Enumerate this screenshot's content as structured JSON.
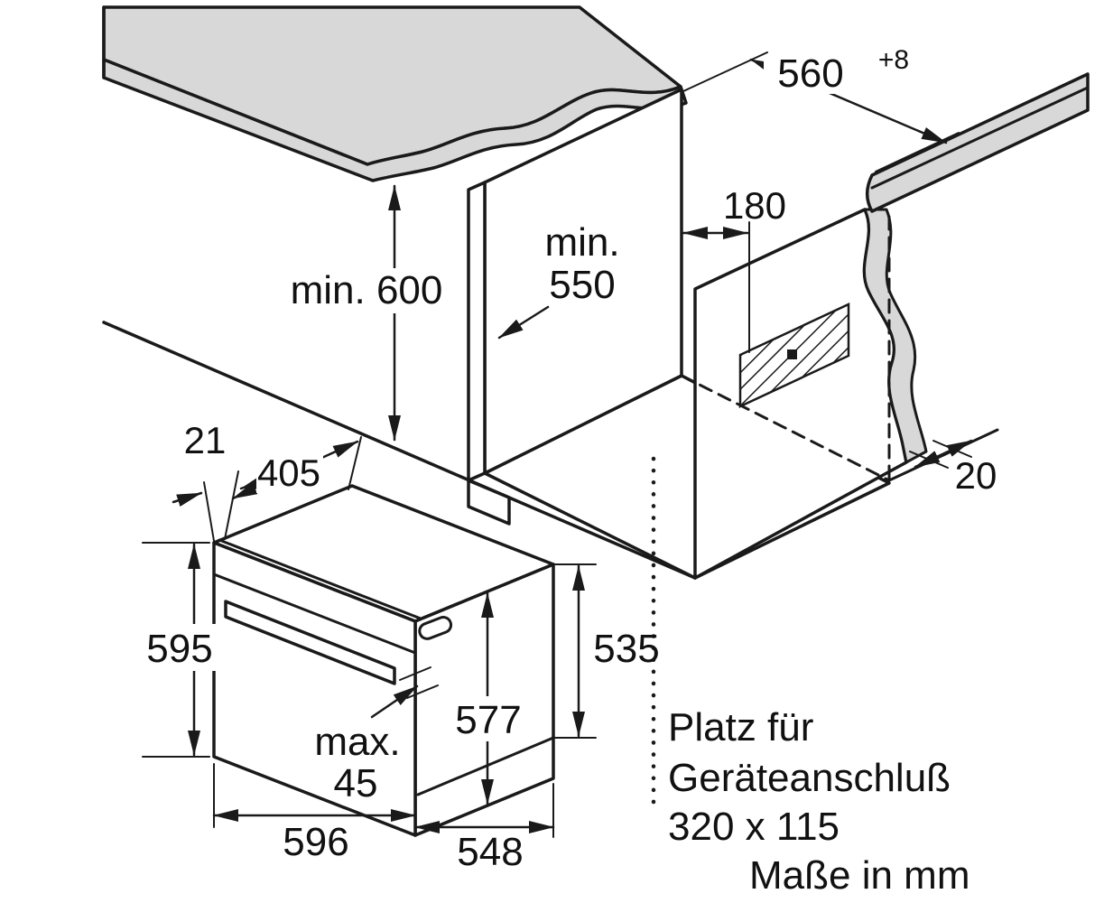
{
  "colors": {
    "line": "#1a1a1a",
    "surface": "#d8d8d8",
    "background": "#ffffff"
  },
  "niche": {
    "height": "min. 600",
    "depth_label_line1": "min.",
    "depth_label_line2": "550",
    "width": "560",
    "width_tolerance": "+8",
    "connection_offset": "180",
    "rear_gap": "20"
  },
  "connection_space": {
    "line1": "Platz für",
    "line2": "Geräteanschluß",
    "line3": "320 x 115"
  },
  "oven": {
    "top_inset": "21",
    "top_depth": "405",
    "height": "595",
    "front_height": "577",
    "body_height": "535",
    "door_label": "max.",
    "door_value": "45",
    "width": "596",
    "depth": "548"
  },
  "footer": {
    "units": "Maße in mm"
  }
}
